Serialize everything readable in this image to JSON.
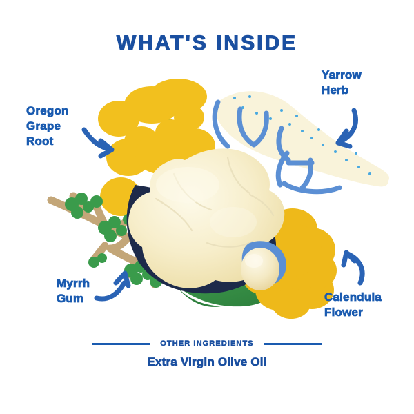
{
  "header": {
    "title": "WHAT'S INSIDE"
  },
  "colors": {
    "blue_dark": "#1a4fa0",
    "blue_label": "#1a5bb0",
    "blue_accent": "#5b8fd4",
    "blue_arrow": "#2a63b5",
    "yellow": "#f2c01e",
    "yellow_deep": "#eeb91a",
    "green": "#2f8a3e",
    "green_leaf": "#3a9b4b",
    "cream": "#f7f1d8",
    "salve": "#f6edc9",
    "tan": "#c3a678",
    "navy_shadow": "#1d2a4a",
    "background": "#ffffff"
  },
  "callouts": [
    {
      "id": "oregon-grape-root",
      "label": "Oregon\nGrape\nRoot",
      "lines": [
        "Oregon",
        "Grape",
        "Root"
      ],
      "arrow": "curved-arrow-down-right"
    },
    {
      "id": "yarrow-herb",
      "label": "Yarrow\nHerb",
      "lines": [
        "Yarrow",
        "Herb"
      ],
      "arrow": "curved-arrow-down-left"
    },
    {
      "id": "myrrh-gum",
      "label": "Myrrh\nGum",
      "lines": [
        "Myrrh",
        "Gum"
      ],
      "arrow": "curved-arrow-up-right"
    },
    {
      "id": "calendula-flower",
      "label": "Calendula\nFlower",
      "lines": [
        "Calendula",
        "Flower"
      ],
      "arrow": "curved-arrow-up-left"
    }
  ],
  "labels": {
    "oregon_line1": "Oregon",
    "oregon_line2": "Grape",
    "oregon_line3": "Root",
    "yarrow_line1": "Yarrow",
    "yarrow_line2": "Herb",
    "myrrh_line1": "Myrrh",
    "myrrh_line2": "Gum",
    "calendula_line1": "Calendula",
    "calendula_line2": "Flower"
  },
  "footer": {
    "kicker": "OTHER INGREDIENTS",
    "main": "Extra Virgin Olive Oil"
  },
  "icons": {
    "arrow_oregon": "arrow-down-right-icon",
    "arrow_yarrow": "arrow-down-left-icon",
    "arrow_myrrh": "arrow-up-right-icon",
    "arrow_calendula": "arrow-up-left-icon"
  }
}
